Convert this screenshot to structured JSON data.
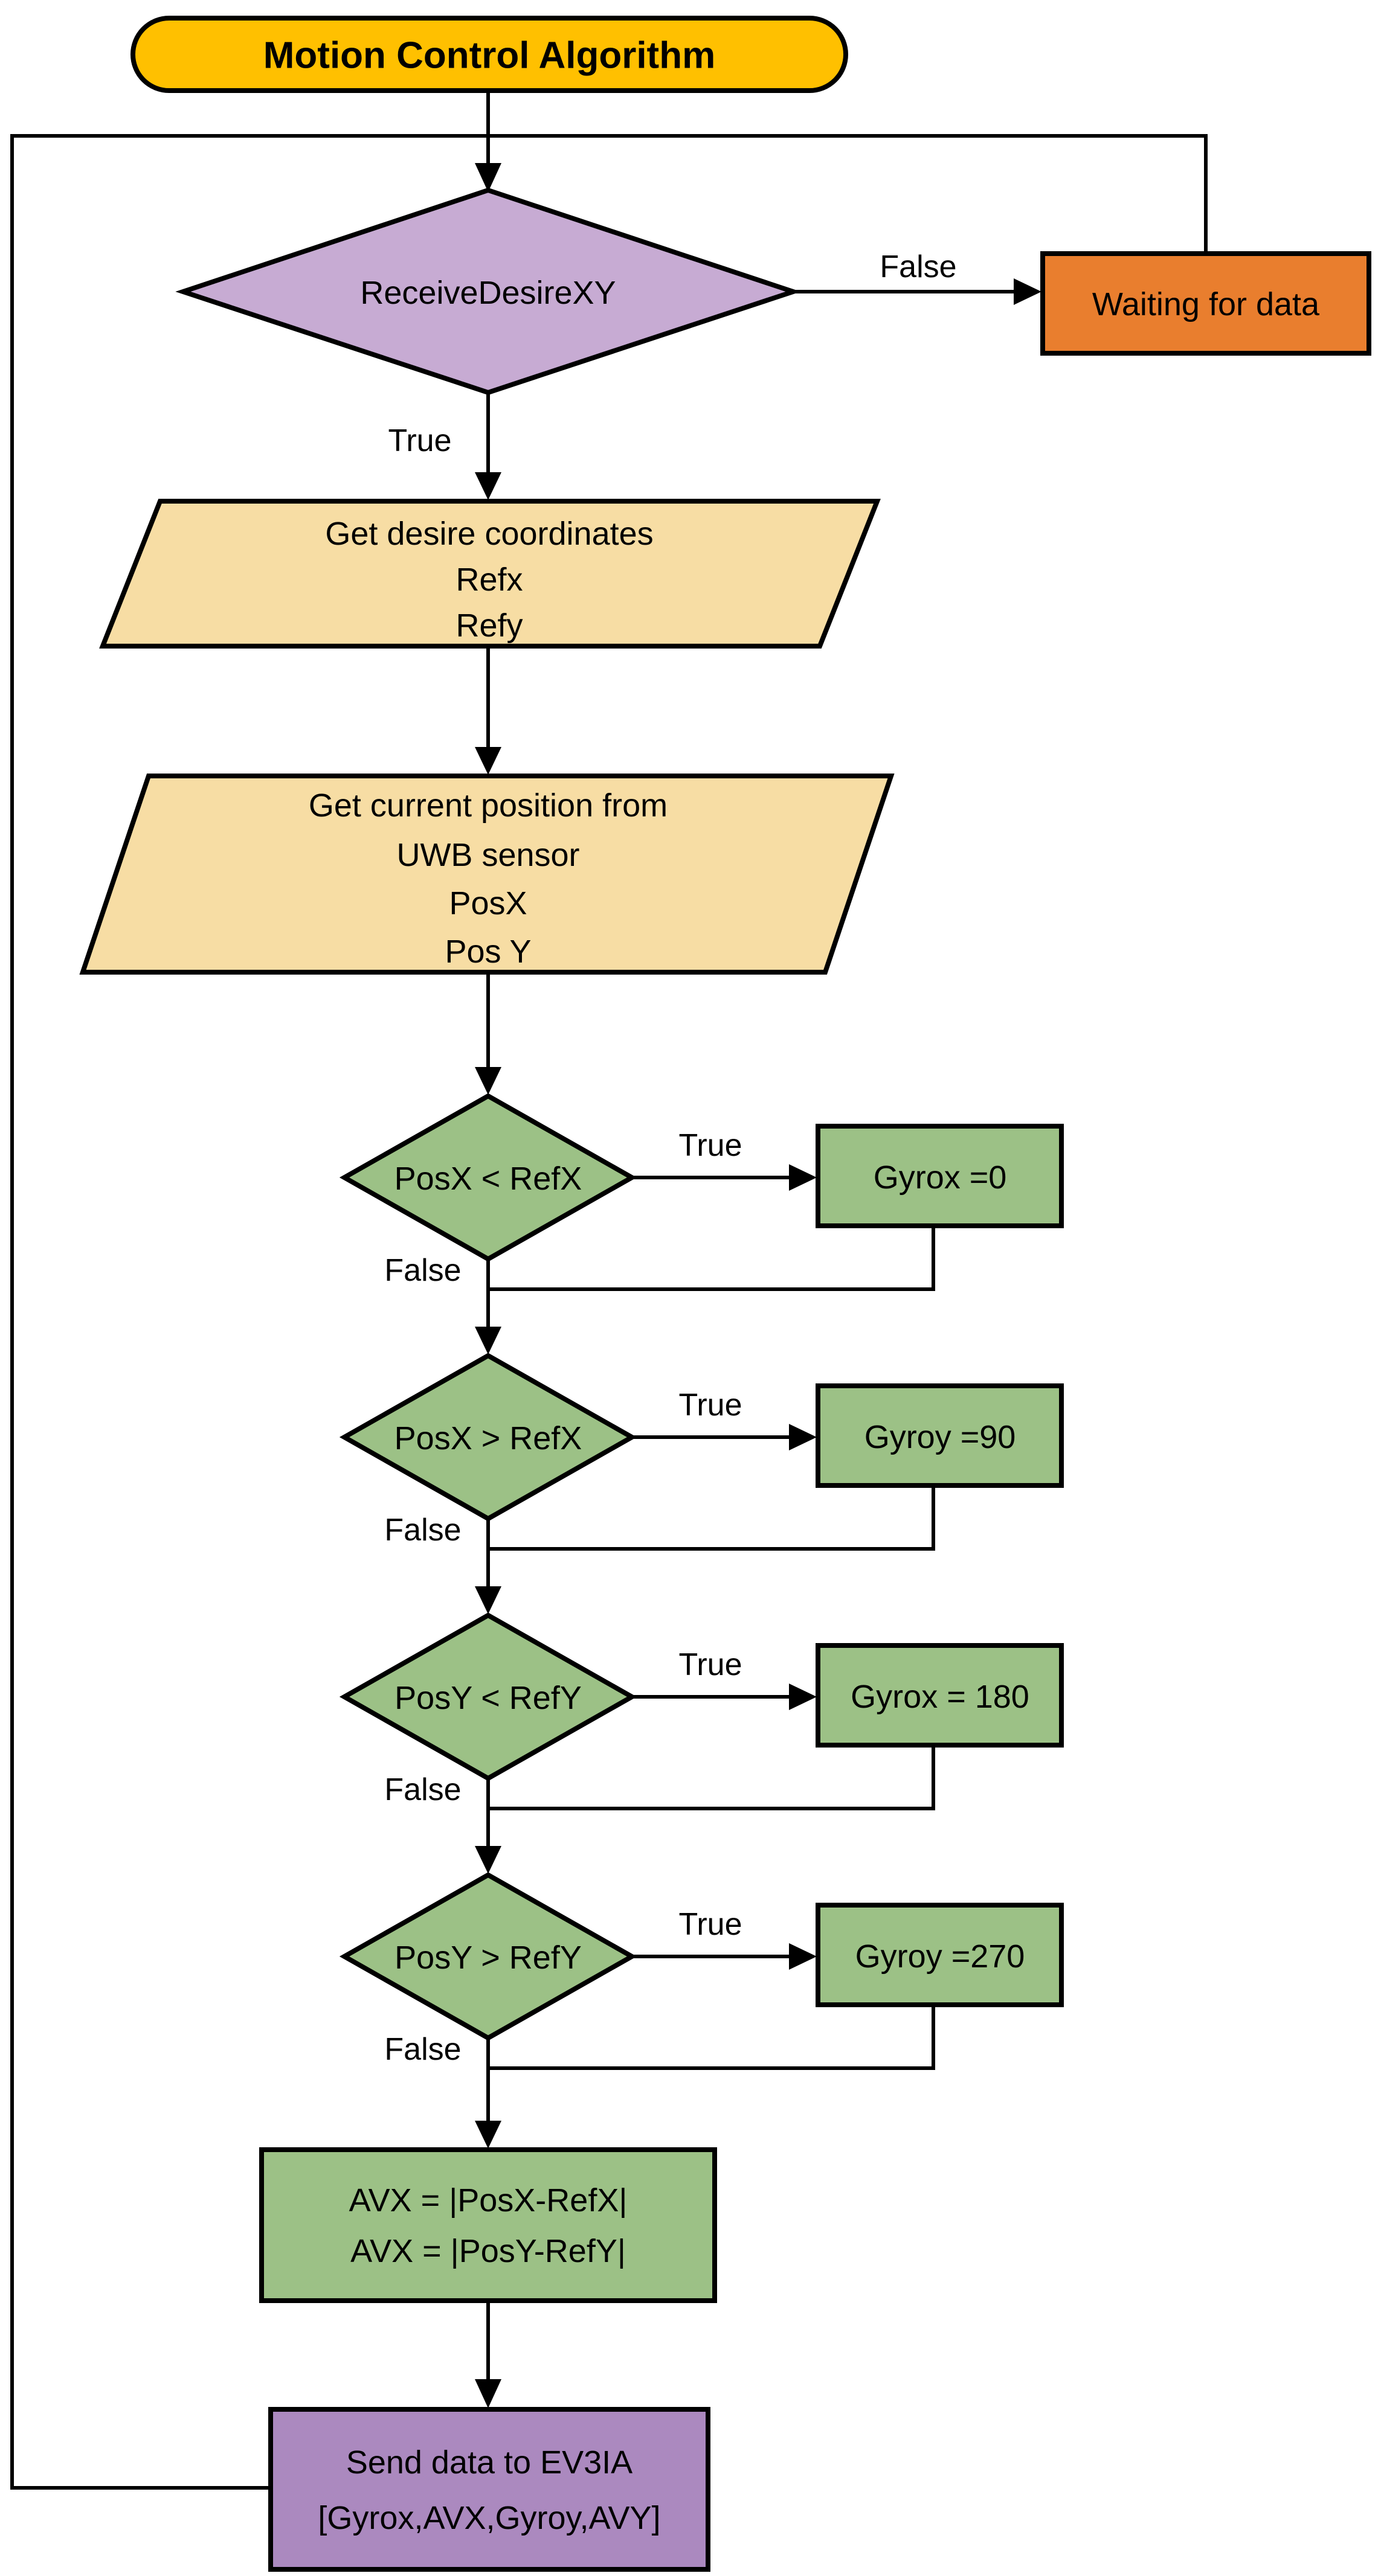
{
  "flowchart": {
    "title": "Motion Control Algorithm",
    "labels": {
      "true": "True",
      "false": "False"
    },
    "colors": {
      "terminator_fill": "#FFC000",
      "receive_fill": "#C7ABD3",
      "waiting_fill": "#E97E2E",
      "io_fill": "#F7DDA4",
      "green_fill": "#9CC186",
      "send_fill": "#AB89BF",
      "stroke": "#000000"
    },
    "nodes": {
      "start": {
        "label": "Motion Control Algorithm"
      },
      "receive": {
        "label": "ReceiveDesireXY"
      },
      "waiting": {
        "label": "Waiting for data"
      },
      "get_desire": {
        "lines": [
          "Get desire coordinates",
          "Refx",
          "Refy"
        ]
      },
      "get_position": {
        "lines": [
          "Get current position from",
          "UWB sensor",
          "PosX",
          "Pos Y"
        ]
      },
      "decisions": [
        {
          "condition": "PosX < RefX",
          "action": "Gyrox =0"
        },
        {
          "condition": "PosX > RefX",
          "action": "Gyroy =90"
        },
        {
          "condition": "PosY < RefY",
          "action": "Gyrox = 180"
        },
        {
          "condition": "PosY > RefY",
          "action": "Gyroy =270"
        }
      ],
      "compute": {
        "lines": [
          "AVX = |PosX-RefX|",
          "AVX = |PosY-RefY|"
        ]
      },
      "send": {
        "lines": [
          "Send data to EV3IA",
          "[Gyrox,AVX,Gyroy,AVY]"
        ]
      }
    }
  }
}
